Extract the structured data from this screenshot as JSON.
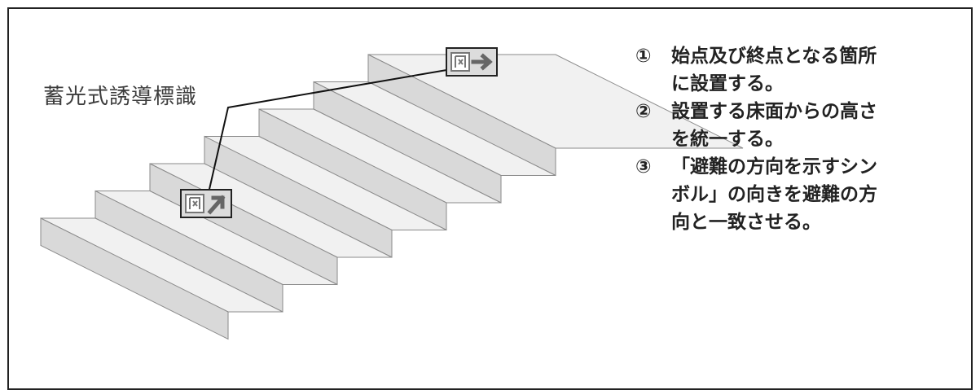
{
  "callout_label": "蓄光式誘導標識",
  "signs": [
    {
      "name": "top-sign",
      "arrow": "right-arrow"
    },
    {
      "name": "bottom-sign",
      "arrow": "up-right-arrow"
    }
  ],
  "notes": [
    {
      "num": "①",
      "text": "始点及び終点となる箇所\nに設置する。"
    },
    {
      "num": "②",
      "text": "設置する床面からの高さ\nを統一する。"
    },
    {
      "num": "③",
      "text": "「避難の方向を示すシン\nボル」の向きを避難の方\n向と一致させる。"
    }
  ],
  "colors": {
    "tread": "#f1f1f1",
    "riser": "#d9d9d9",
    "edge": "#8a8a8a",
    "sign_bg": "#dcdcdc"
  }
}
